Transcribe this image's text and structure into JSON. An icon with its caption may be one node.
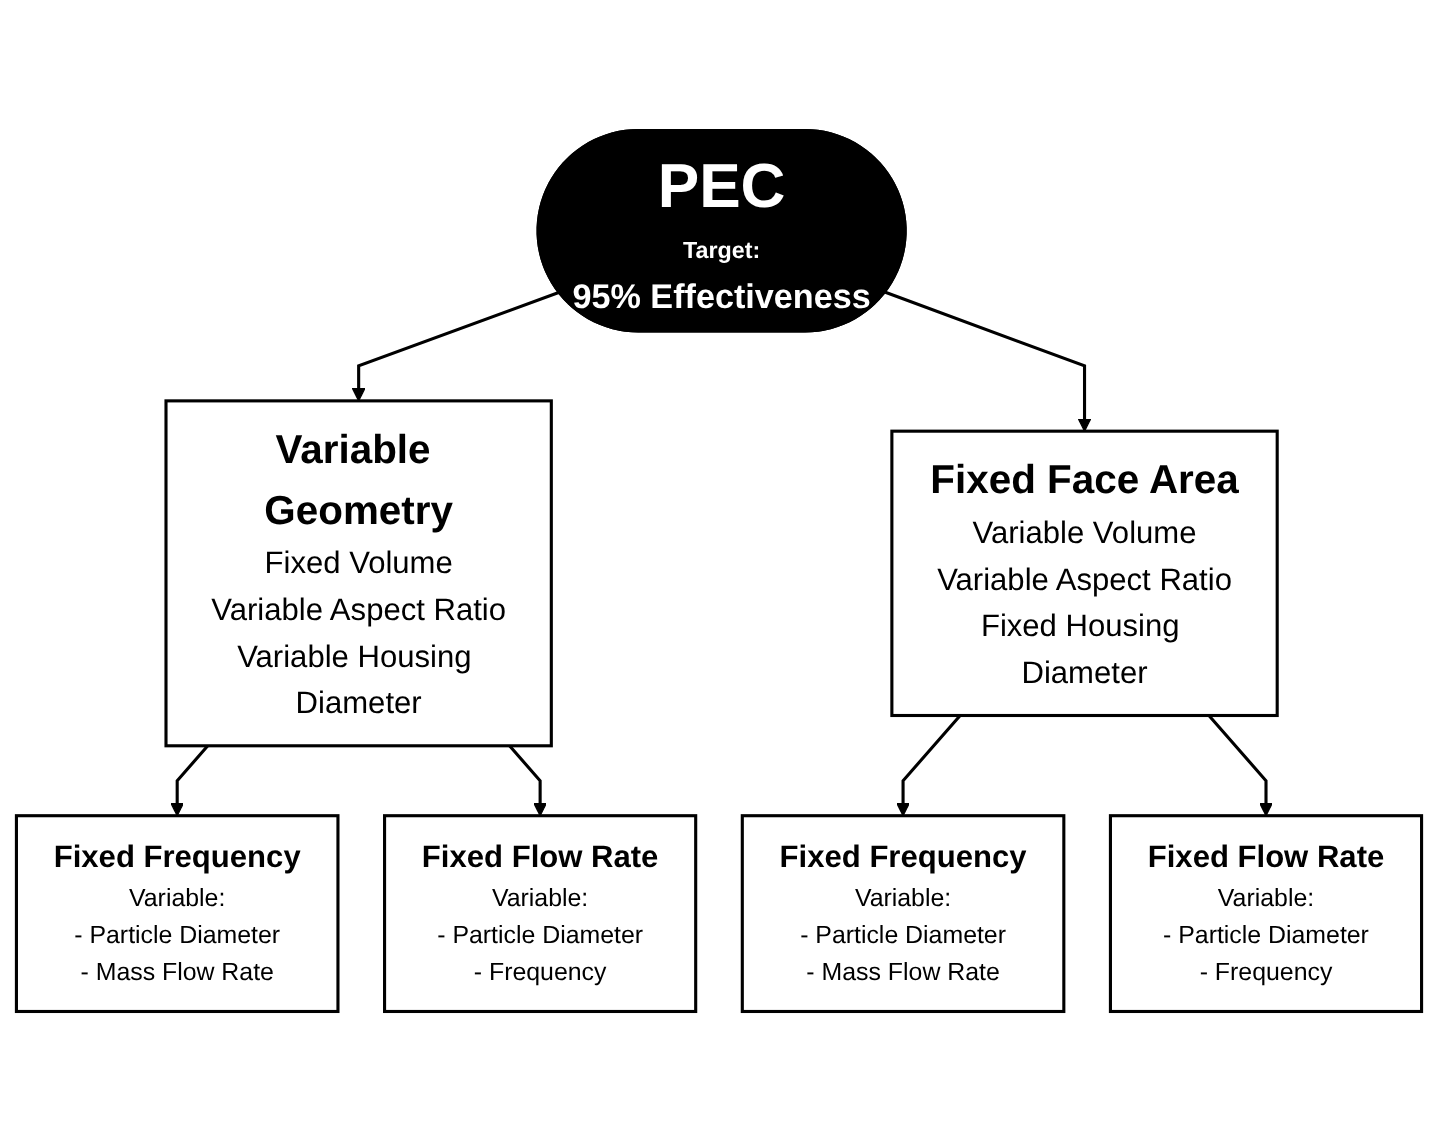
{
  "diagram": {
    "nodes": [
      {
        "text": [
          "PEC",
          "Target:",
          "95% Effectiveness"
        ]
      },
      {
        "text": [
          "Variable Geometry",
          "Fixed Volume",
          "Variable Aspect Ratio",
          "Variable Housing Diameter"
        ]
      },
      {
        "text": [
          "Fixed Face Area",
          "Variable Volume",
          "Variable Aspect Ratio",
          "Fixed Housing Diameter"
        ]
      },
      {
        "text": [
          "Fixed Frequency",
          "Variable:",
          "- Particle Diameter",
          "- Mass Flow Rate"
        ]
      },
      {
        "text": [
          "Fixed Flow Rate",
          "Variable:",
          "- Particle Diameter",
          "- Frequency"
        ]
      },
      {
        "text": [
          "Fixed Frequency",
          "Variable:",
          "- Particle Diameter",
          "- Mass Flow Rate"
        ]
      },
      {
        "text": [
          "Fixed Flow Rate",
          "Variable:",
          "- Particle Diameter",
          "- Frequency"
        ]
      }
    ],
    "edges": [
      {
        "from": 0,
        "to": 1,
        "arrow": "to"
      },
      {
        "from": 0,
        "to": 2,
        "arrow": "to"
      },
      {
        "from": 1,
        "to": 3,
        "arrow": "to"
      },
      {
        "from": 1,
        "to": 4,
        "arrow": "to"
      },
      {
        "from": 2,
        "to": 5,
        "arrow": "to"
      },
      {
        "from": 2,
        "to": 6,
        "arrow": "to"
      }
    ]
  }
}
